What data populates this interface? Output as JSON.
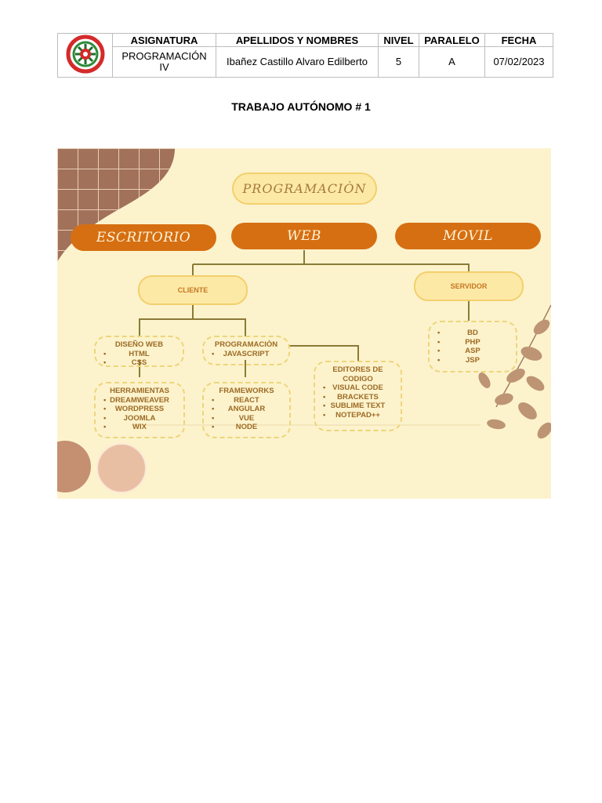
{
  "header": {
    "columns": [
      "ASIGNATURA",
      "APELLIDOS Y NOMBRES",
      "NIVEL",
      "PARALELO",
      "FECHA"
    ],
    "values": [
      "PROGRAMACIÓN IV",
      "Ibañez Castillo Alvaro Edilberto",
      "5",
      "A",
      "07/02/2023"
    ]
  },
  "title": "TRABAJO AUTÓNOMO # 1",
  "map": {
    "root": "PROGRAMACIÒN",
    "branches": [
      "ESCRITORIO",
      "WEB",
      "MOVIL"
    ],
    "cliente": "CLIENTE",
    "servidor": "SERVIDOR",
    "diseno": {
      "title": "DISEÑO WEB",
      "items": [
        "HTML",
        "CSS"
      ]
    },
    "programacion": {
      "title": "PROGRAMACIÒN",
      "items": [
        "JAVASCRIPT"
      ]
    },
    "editores": {
      "title": "EDITORES DE CODIGO",
      "items": [
        "VISUAL CODE",
        "BRACKETS",
        "SUBLIME TEXT",
        "NOTEPAD++"
      ]
    },
    "herramientas": {
      "title": "HERRAMIENTAS",
      "items": [
        "DREAMWEAVER",
        "WORDPRESS",
        "JOOMLA",
        "WIX"
      ]
    },
    "frameworks": {
      "title": "FRAMEWORKS",
      "items": [
        "REACT",
        "ANGULAR",
        "VUE",
        "NODE"
      ]
    },
    "servidor_items": [
      "BD",
      "PHP",
      "ASP",
      "JSP"
    ]
  },
  "colors": {
    "orange": "#d66f12",
    "pale_yellow": "#fde9a6",
    "background": "#fcf3cd",
    "connector": "#8a7a35"
  }
}
